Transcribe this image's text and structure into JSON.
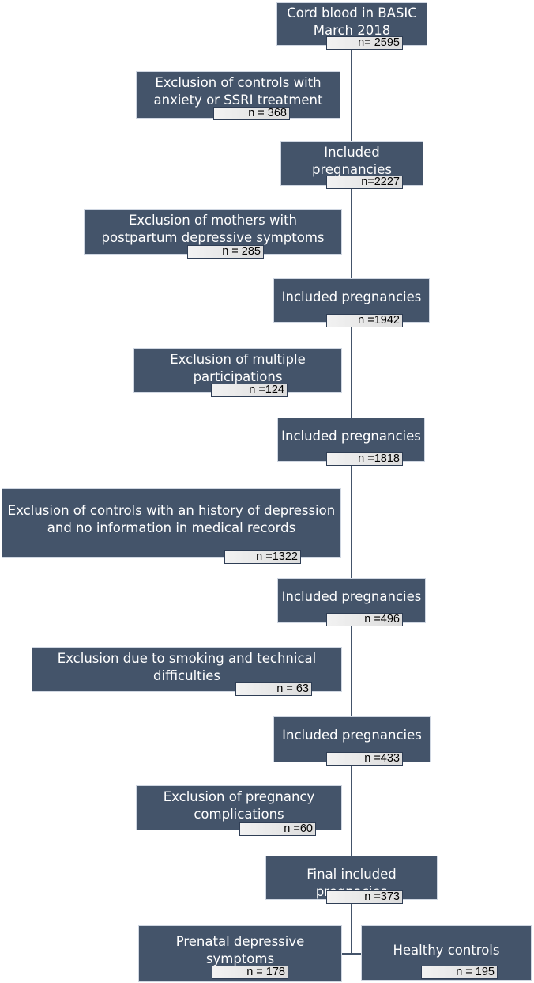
{
  "flow": {
    "cord_blood": {
      "label": "Cord blood in BASIC\nMarch 2018",
      "n": "n= 2595"
    },
    "excl_anxiety": {
      "label": "Exclusion of controls with\nanxiety or SSRI treatment",
      "n": "n = 368"
    },
    "incl_1": {
      "label": "Included\npregnancies",
      "n": "n=2227"
    },
    "excl_postpartum": {
      "label": "Exclusion of mothers with\npostpartum depressive symptoms",
      "n": "n = 285"
    },
    "incl_2": {
      "label": "Included pregnancies",
      "n": "n =1942"
    },
    "excl_multiple": {
      "label": "Exclusion of multiple\nparticipations",
      "n": "n =124"
    },
    "incl_3": {
      "label": "Included pregnancies",
      "n": "n =1818"
    },
    "excl_history": {
      "label": "Exclusion of controls with an history of depression\nand no information in medical records",
      "n": "n =1322"
    },
    "incl_4": {
      "label": "Included pregnancies",
      "n": "n =496"
    },
    "excl_smoking": {
      "label": "Exclusion due to smoking and technical\ndifficulties",
      "n": "n = 63"
    },
    "incl_5": {
      "label": "Included pregnancies",
      "n": "n =433"
    },
    "excl_complications": {
      "label": "Exclusion of pregnancy\ncomplications",
      "n": "n =60"
    },
    "final": {
      "label": "Final included pregnacies",
      "n": "n =373"
    },
    "prenatal": {
      "label": "Prenatal depressive\nsymptoms",
      "n": "n = 178"
    },
    "healthy": {
      "label": "Healthy controls",
      "n": "n = 195"
    }
  },
  "colors": {
    "box_fill": "#44546a",
    "box_text": "#ffffff",
    "badge_fill": "#e6e6e6",
    "badge_border": "#2f3e55",
    "connector": "#44546a"
  }
}
